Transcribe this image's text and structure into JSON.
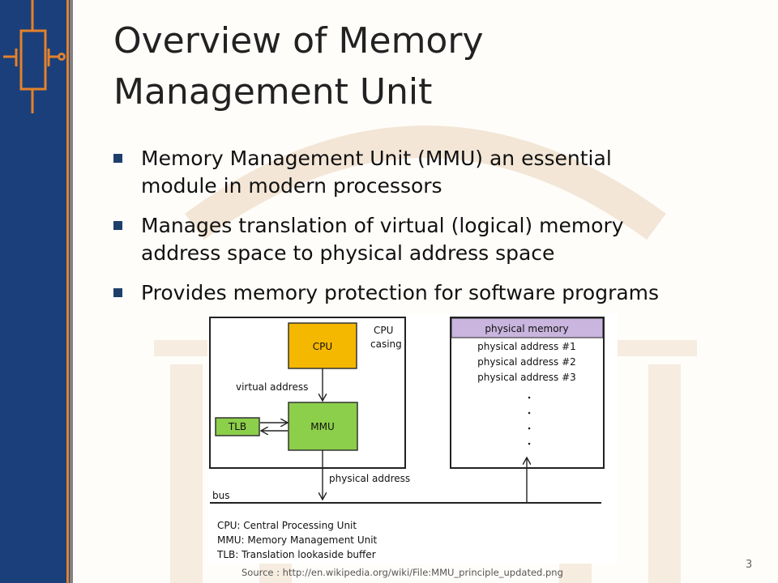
{
  "slide": {
    "title_line1": "Overview of Memory",
    "title_line2": "Management Unit",
    "bullets": [
      {
        "line1": "Memory Management Unit (MMU) an essential",
        "line2": "module in modern processors"
      },
      {
        "line1": "Manages translation of virtual (logical) memory",
        "line2": "address space to physical address space"
      },
      {
        "line1": "Provides memory protection for software programs",
        "line2": ""
      }
    ],
    "source": "Source : http://en.wikipedia.org/wiki/File:MMU_principle_updated.png",
    "page_number": "3"
  },
  "diagram": {
    "cpu_label": "CPU",
    "casing_line1": "CPU",
    "casing_line2": "casing",
    "virtual_address_label": "virtual address",
    "tlb_label": "TLB",
    "mmu_label": "MMU",
    "physical_memory_header": "physical memory",
    "physical_addresses": [
      "physical address #1",
      "physical address #2",
      "physical address #3"
    ],
    "physical_address_label": "physical address",
    "bus_label": "bus",
    "legend": [
      "CPU: Central Processing Unit",
      "MMU: Memory Management Unit",
      "TLB: Translation lookaside buffer"
    ],
    "colors": {
      "cpu": "#f5b800",
      "mmu": "#8ccf4a",
      "tlb": "#8ccf4a",
      "memory_header": "#c9b5dd",
      "accent_orange": "#e3822a",
      "band_blue": "#1b3f7a"
    }
  }
}
